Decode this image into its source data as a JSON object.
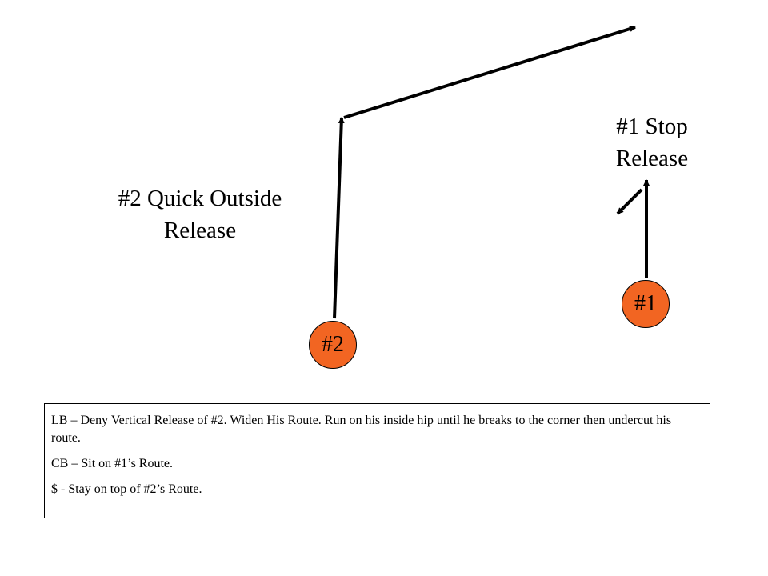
{
  "colors": {
    "player_fill": "#f26522",
    "route_stroke": "#000000"
  },
  "labels": {
    "receiver_2": [
      "#2 Quick Outside",
      "Release"
    ],
    "receiver_1": [
      "#1 Stop",
      "Release"
    ]
  },
  "players": {
    "p2": "#2",
    "p1": "#1"
  },
  "notes": [
    "LB – Deny Vertical Release of #2.  Widen His Route.  Run on his inside hip until he breaks to the corner then undercut his route.",
    "CB – Sit on #1’s Route.",
    "$ - Stay on top of #2’s Route."
  ]
}
